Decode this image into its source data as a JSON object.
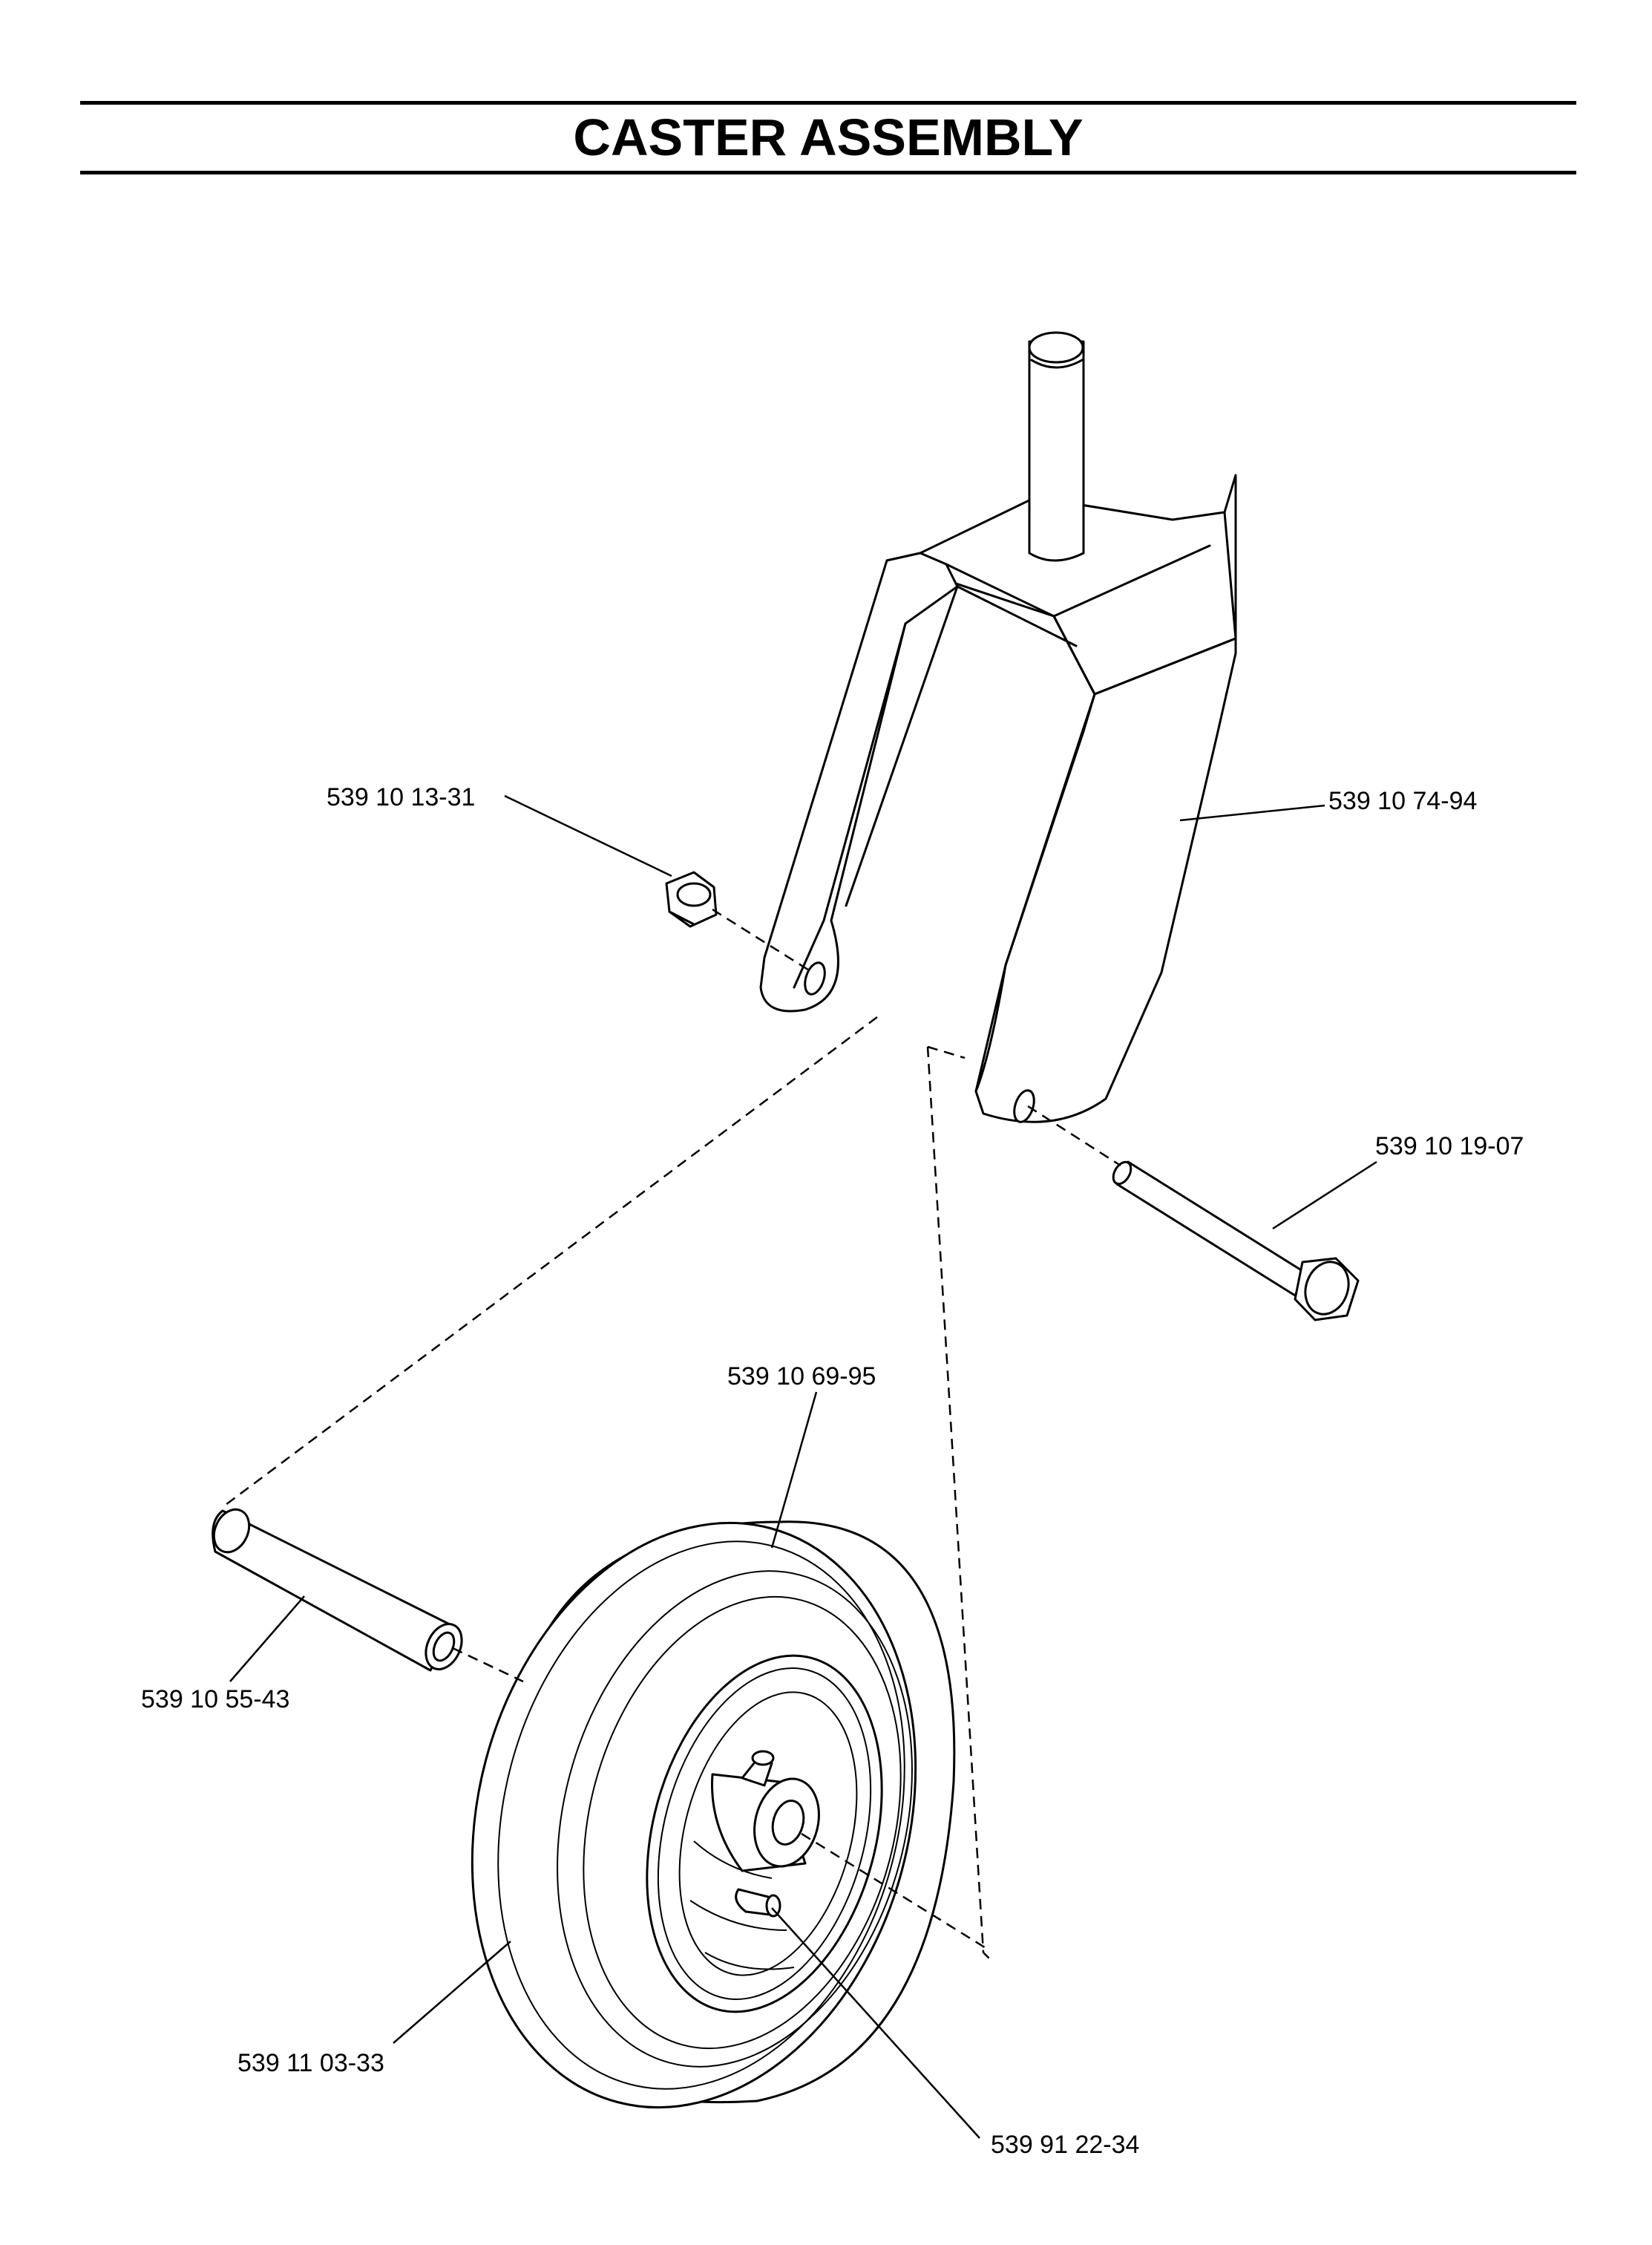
{
  "page": {
    "title": "CASTER ASSEMBLY"
  },
  "parts": [
    {
      "id": "locknut",
      "number": "539 10 13-31"
    },
    {
      "id": "fork",
      "number": "539 10 74-94"
    },
    {
      "id": "bolt",
      "number": "539 10 19-07"
    },
    {
      "id": "tire",
      "number": "539 10 69-95"
    },
    {
      "id": "spacer",
      "number": "539 10 55-43"
    },
    {
      "id": "wheel",
      "number": "539 11 03-33"
    },
    {
      "id": "grease-fitting",
      "number": "539 91 22-34"
    }
  ]
}
